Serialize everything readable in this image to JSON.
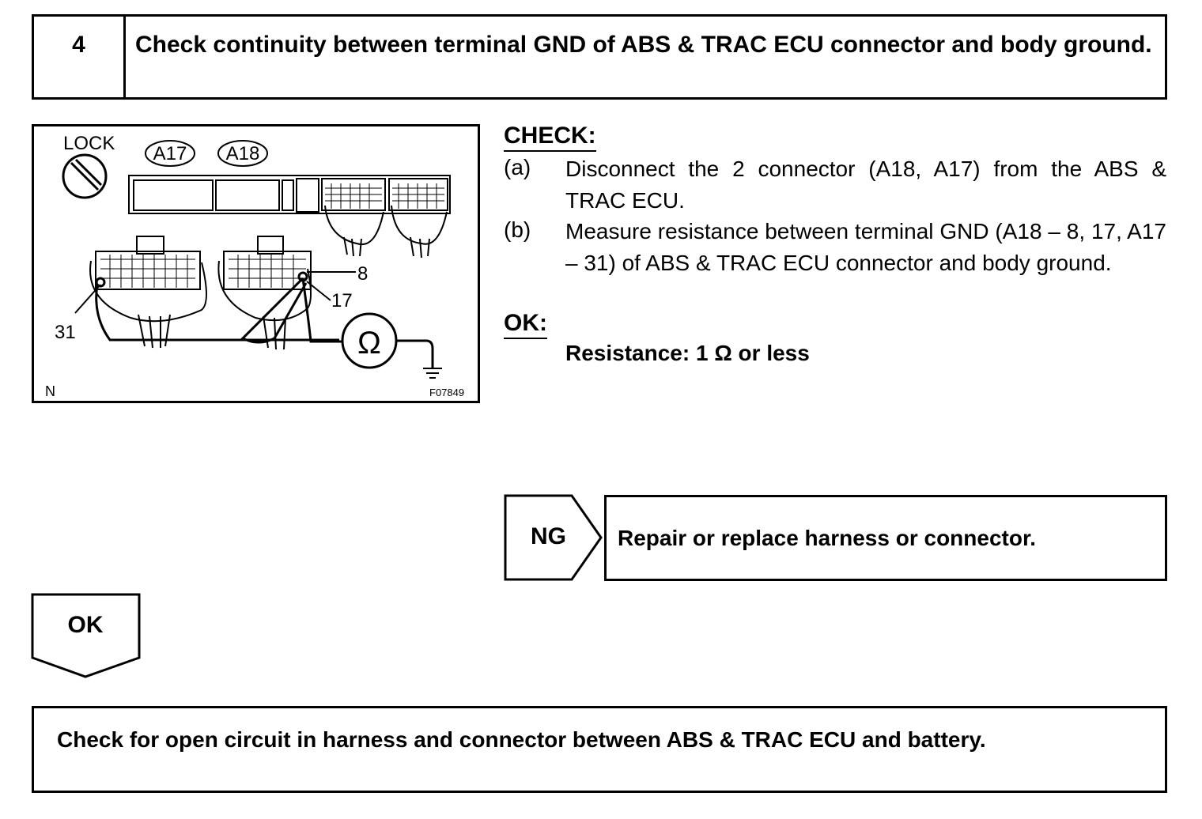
{
  "step": {
    "number": "4",
    "title": "Check continuity between terminal GND of ABS & TRAC ECU connector and body ground."
  },
  "figure": {
    "lock_label": "LOCK",
    "connector_labels": [
      "A17",
      "A18"
    ],
    "terminal_labels": [
      "31",
      "8",
      "17"
    ],
    "ohmmeter_symbol": "Ω",
    "corner_code": "N",
    "figure_id": "F07849"
  },
  "check": {
    "label": "CHECK:",
    "items": [
      {
        "mark": "(a)",
        "text": "Disconnect the 2 connector (A18, A17) from the ABS & TRAC ECU."
      },
      {
        "mark": "(b)",
        "text": "Measure resistance between terminal GND (A18 – 8, 17, A17 – 31) of ABS & TRAC ECU connector and body ground."
      }
    ]
  },
  "ok_spec": {
    "label": "OK:",
    "value": "Resistance: 1 Ω or less"
  },
  "ng_branch": {
    "label": "NG",
    "action": "Repair or replace harness or connector."
  },
  "ok_branch": {
    "label": "OK"
  },
  "next_step": {
    "text": "Check for open circuit in harness and connector between ABS & TRAC ECU and battery."
  }
}
